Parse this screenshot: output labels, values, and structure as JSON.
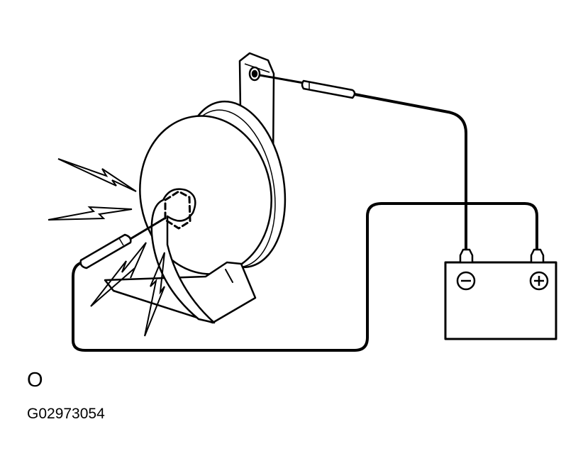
{
  "diagram": {
    "components": [
      "horn",
      "battery"
    ],
    "battery_terminals": [
      {
        "label": "−",
        "icon": "minus-circle-icon"
      },
      {
        "label": "+",
        "icon": "plus-circle-icon"
      }
    ],
    "colors": {
      "line": "#000000",
      "background": "#ffffff"
    }
  },
  "result_mark": "O",
  "figure_id": "G02973054"
}
